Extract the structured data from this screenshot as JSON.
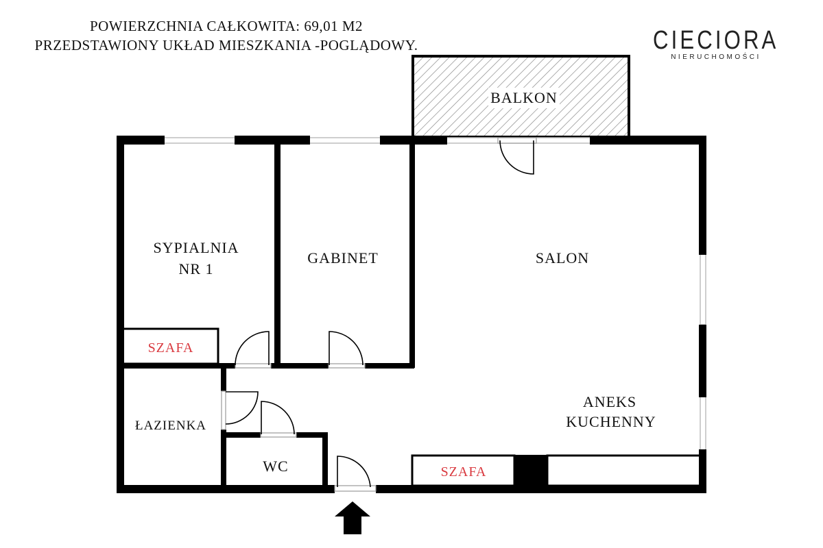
{
  "header": {
    "line1": "POWIERZCHNIA CAŁKOWITA: 69,01 M2",
    "line2": "PRZEDSTAWIONY UKŁAD MIESZKANIA -POGLĄDOWY."
  },
  "logo": {
    "name": "CIECIORA",
    "subtitle": "NIERUCHOMOŚCI"
  },
  "rooms": {
    "balkon": "BALKON",
    "sypialnia_line1": "SYPIALNIA",
    "sypialnia_line2": "NR 1",
    "gabinet": "GABINET",
    "salon": "SALON",
    "aneks_line1": "ANEKS",
    "aneks_line2": "KUCHENNY",
    "lazienka": "ŁAZIENKA",
    "wc": "WC",
    "szafa_bedroom": "SZAFA",
    "szafa_kitchen": "SZAFA"
  },
  "colors": {
    "wall": "#000000",
    "closet_text": "#d9383e",
    "window": "#cccccc",
    "hatch": "#8a8a8a"
  }
}
